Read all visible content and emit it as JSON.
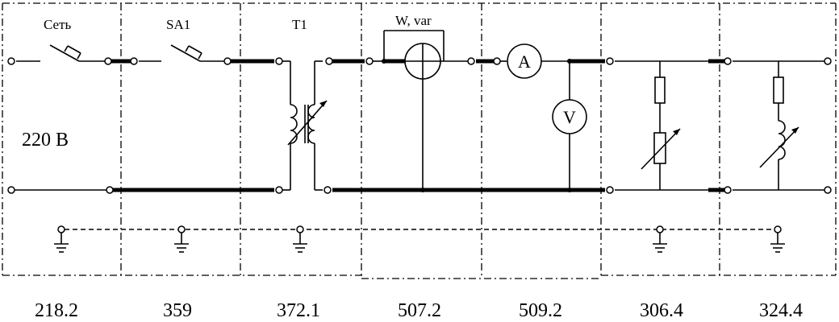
{
  "labels": {
    "network": "Сеть",
    "switch": "SA1",
    "transformer": "T1",
    "wattmeter": "W, var",
    "ammeter": "A",
    "voltmeter": "V",
    "supply_voltage": "220 В"
  },
  "module_codes": [
    "218.2",
    "359",
    "372.1",
    "507.2",
    "509.2",
    "306.4",
    "324.4"
  ]
}
